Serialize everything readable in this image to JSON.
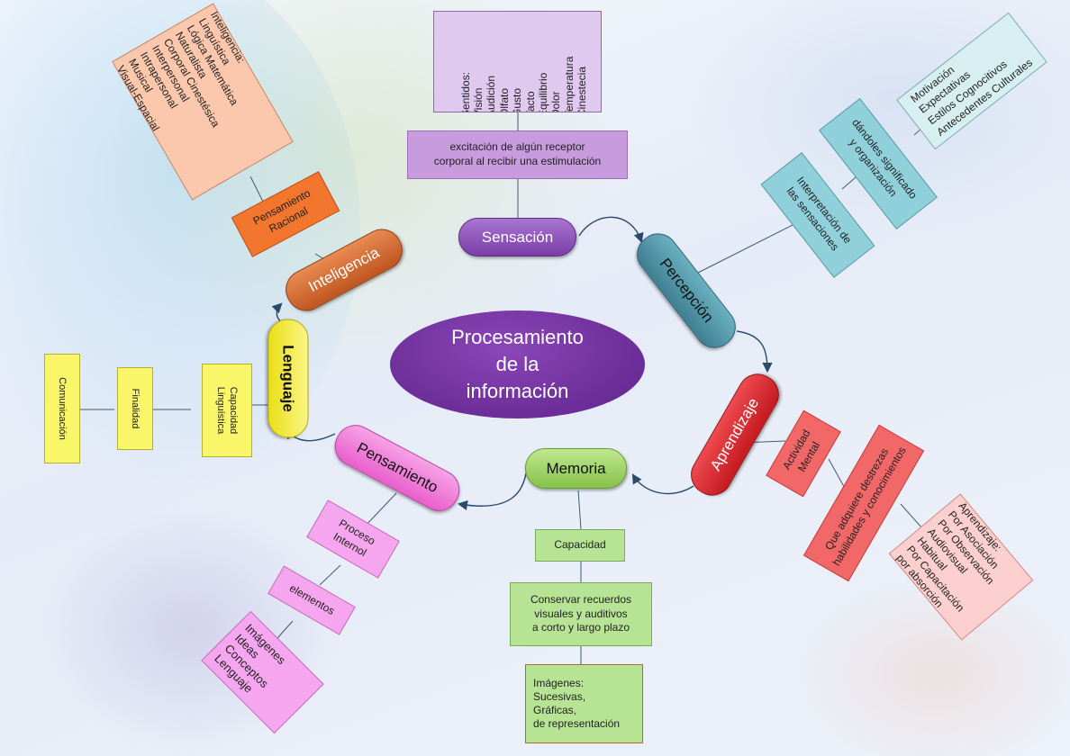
{
  "diagram": {
    "center": "Procesamiento\nde la\ninformación",
    "main_nodes": {
      "sensacion": "Sensación",
      "percepcion": "Percepción",
      "aprendizaje": "Aprendizaje",
      "memoria": "Memoria",
      "pensamiento": "Pensamiento",
      "lenguaje": "Lenguaje",
      "inteligencia": "Inteligencia"
    },
    "sensacion": {
      "definicion": "excitación de algún receptor\ncorporal al recibir una estimulación",
      "sentidos": "Sentidos:\nVisión\nAudición\nOlfato\nGusto\nTacto\nEquilibrio\nDolor\nTemperatura\nCinestecia"
    },
    "percepcion": {
      "interpretacion": "Interpretación de\nlas sensaciones",
      "significado": "dándoles significado\ny organización",
      "factores": "Motivación\nExpectativas\nEstilos Cognocitivos\nAntecedentes Culturales"
    },
    "aprendizaje": {
      "actividad": "Actividad\nMental",
      "adquiere": "Que adquiere destrezas\nhabilidades y conocimientos",
      "tipos": "Aprendizaje:\nPor Asociación\nPor Observación\nAudiovisual\nHabitual\nPor Capacitación\npor absorción"
    },
    "memoria": {
      "capacidad": "Capacidad",
      "conservar": "Conservar recuerdos\nvisuales y auditivos\na corto y largo plazo",
      "imagenes": "Imágenes:\nSucesivas,\nGráficas,\nde representación"
    },
    "pensamiento": {
      "proceso": "Proceso\nInternol",
      "elementos": "elementos",
      "lista": "Imágenes\nIdeas\nConceptos\nLenguaje"
    },
    "lenguaje": {
      "capacidad": "Capacidad\nLinguística",
      "finalidad": "Finalidad",
      "comunicacion": "Comunicación"
    },
    "inteligencia": {
      "racional": "Pensamiento\nRacional",
      "tipos": "Inteligencia:\nLinguística\nLógica Matemática\nNaturalista\nCorporal Cinestésica\nInterpersonal\nIntrapersonal\nMusical\nVisual-Espacial"
    }
  },
  "colors": {
    "hub": "#6b2d97",
    "sensacion": "#8b4fb8",
    "percepcion": "#4d8fa0",
    "aprendizaje": "#e2282e",
    "memoria": "#9ed45c",
    "pensamiento": "#f27bd8",
    "lenguaje": "#f4ec2a",
    "inteligencia": "#d2672e",
    "lavender": "#dfc9ef",
    "purple_box": "#c89bdf",
    "teal_box": "#8fd0da",
    "light_teal": "#d8eff2",
    "red_box": "#f26868",
    "pink_light": "#fbd0cf",
    "green_box": "#b7e394",
    "pink_box": "#f6a6ef",
    "yellow_box": "#faf66a",
    "peach_box": "#fbc7ad",
    "orange_box": "#f2762d"
  }
}
